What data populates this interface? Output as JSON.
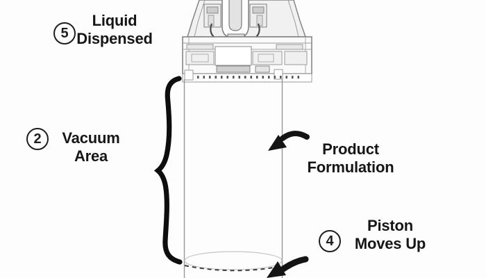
{
  "canvas": {
    "background": "#fdfdfd"
  },
  "colors": {
    "label_ink": "#161616",
    "annotation_black": "#111111",
    "drawing_gray": "#8d8d8d",
    "drawing_fill": "#efefef"
  },
  "steps": {
    "dispense": {
      "number": "5",
      "line1": "Liquid",
      "line2": "Dispensed"
    },
    "vacuum": {
      "number": "2",
      "line1": "Vacuum",
      "line2": "Area"
    },
    "product": {
      "line1": "Product",
      "line2": "Formulation"
    },
    "piston": {
      "number": "4",
      "line1": "Piston",
      "line2": "Moves Up"
    }
  }
}
